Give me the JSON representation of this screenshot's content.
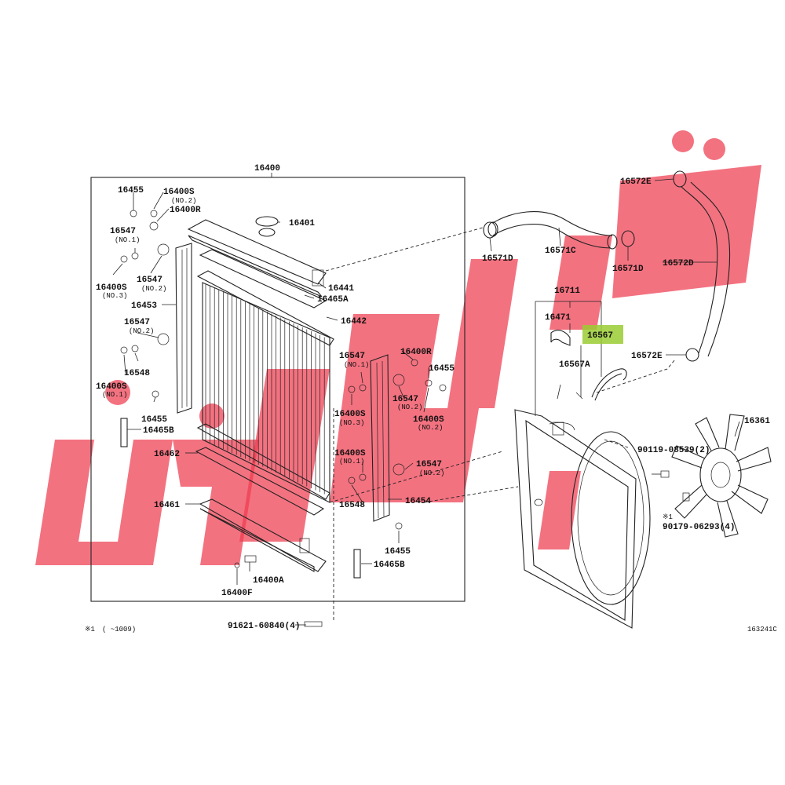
{
  "diagram": {
    "code": "163241C",
    "footnote_mark": "※1",
    "footnote_range": "( ~1009)",
    "highlight_color": "#9acd32",
    "highlighted_part": "16567",
    "watermark_color": "#ef3b4f"
  },
  "labels": {
    "p16400": "16400",
    "p16455_a": "16455",
    "p16400S_no2_a": "16400S",
    "no2_a": "(NO.2)",
    "p16400R_a": "16400R",
    "p16401": "16401",
    "p16547_no1_a": "16547",
    "no1_a": "(NO.1)",
    "p16441": "16441",
    "p16465A": "16465A",
    "p16400S_no3_a": "16400S",
    "no3_a": "(NO.3)",
    "p16547_no2_a": "16547",
    "no2_b": "(NO.2)",
    "p16453": "16453",
    "p16442": "16442",
    "p16547_no2_b": "16547",
    "no2_c": "(NO.2)",
    "p16548_a": "16548",
    "p16400S_no1_a": "16400S",
    "no1_b": "(NO.1)",
    "p16455_b": "16455",
    "p16465B_a": "16465B",
    "p16462": "16462",
    "p16461": "16461",
    "p16400A": "16400A",
    "p16400F": "16400F",
    "p16547_no1_b": "16547",
    "no1_c": "(NO.1)",
    "p16400R_b": "16400R",
    "p16455_c": "16455",
    "p16547_no2_c": "16547",
    "no2_d": "(NO.2)",
    "p16400S_no3_b": "16400S",
    "no3_b": "(NO.3)",
    "p16400S_no2_b": "16400S",
    "no2_e": "(NO.2)",
    "p16400S_no1_b": "16400S",
    "no1_d": "(NO.1)",
    "p16547_no2_d": "16547",
    "no2_f": "(NO.2)",
    "p16548_b": "16548",
    "p16454": "16454",
    "p16455_d": "16455",
    "p16465B_b": "16465B",
    "p91621": "91621-60840(4)",
    "p16571D_a": "16571D",
    "p16571C": "16571C",
    "p16571D_b": "16571D",
    "p16572E_a": "16572E",
    "p16572D": "16572D",
    "p16572E_b": "16572E",
    "p16711": "16711",
    "p16471": "16471",
    "p16567": "16567",
    "p16567A": "16567A",
    "p16361": "16361",
    "p90119": "90119-08539(2)",
    "note_mark": "※1",
    "p90179": "90179-06293(4)"
  }
}
